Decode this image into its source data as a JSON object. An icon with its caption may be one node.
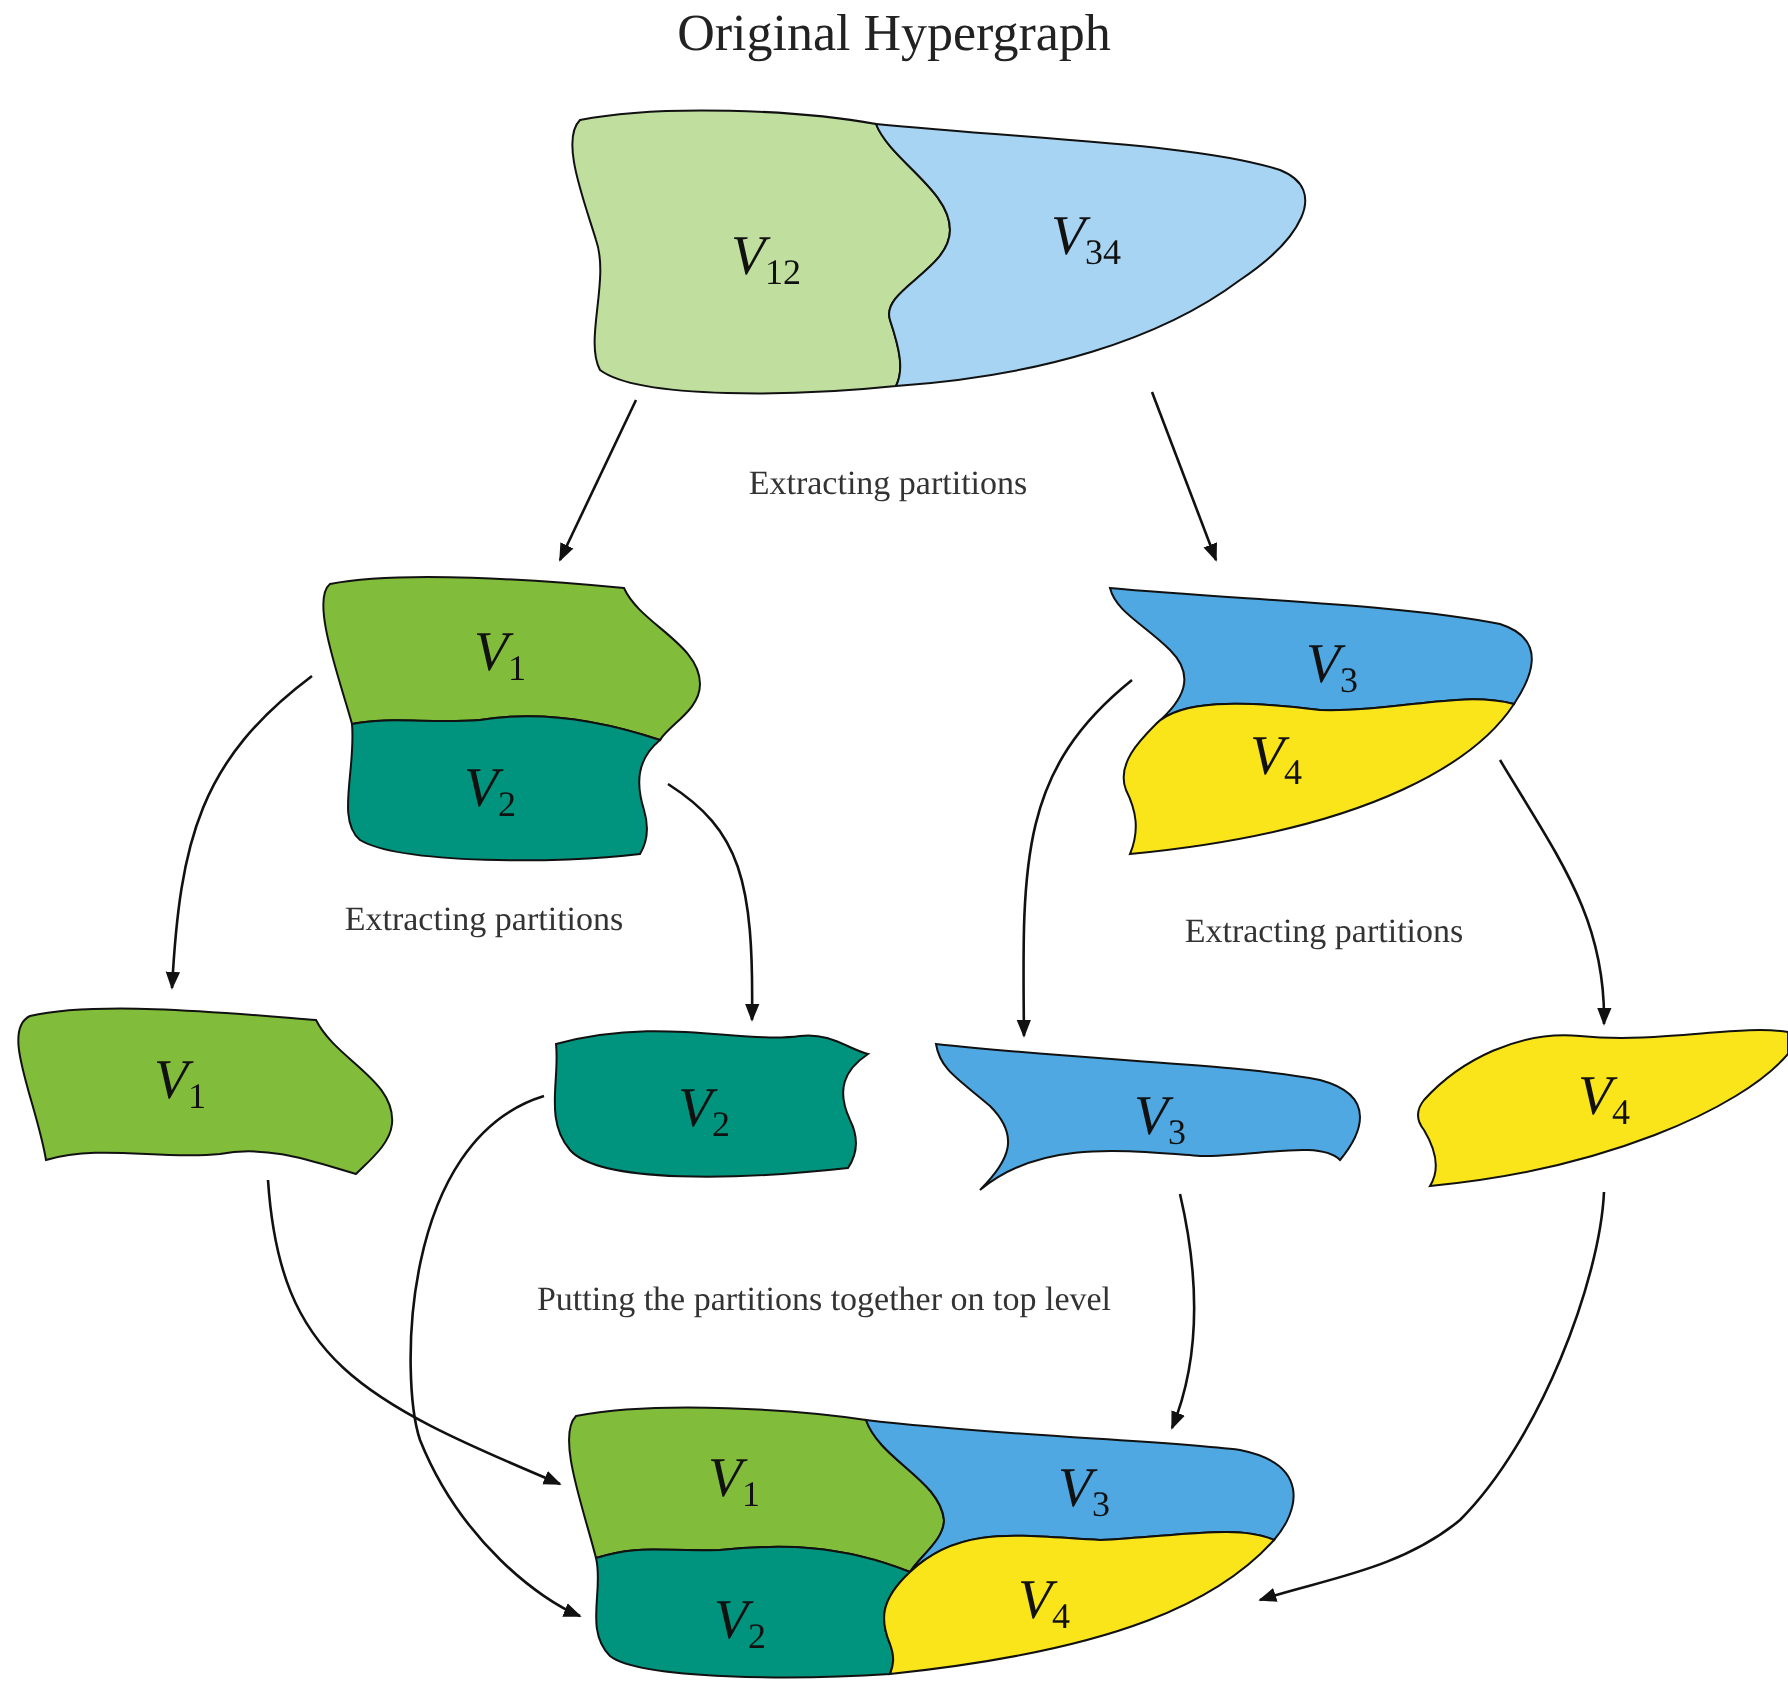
{
  "diagram": {
    "title": "Original Hypergraph",
    "nodes": [
      {
        "text": [
          "*V*$_{12}$"
        ]
      },
      {
        "text": [
          "*V*$_{34}$"
        ]
      },
      {
        "text": [
          "*V*$_{1}$"
        ]
      },
      {
        "text": [
          "*V*$_{2}$"
        ]
      },
      {
        "text": [
          "*V*$_{3}$"
        ]
      },
      {
        "text": [
          "*V*$_{4}$"
        ]
      },
      {
        "text": [
          "*V*$_{1}$"
        ]
      },
      {
        "text": [
          "*V*$_{2}$"
        ]
      },
      {
        "text": [
          "*V*$_{3}$"
        ]
      },
      {
        "text": [
          "*V*$_{4}$"
        ]
      },
      {
        "text": [
          "*V*$_{1}$"
        ]
      },
      {
        "text": [
          "*V*$_{3}$"
        ]
      },
      {
        "text": [
          "*V*$_{2}$"
        ]
      },
      {
        "text": [
          "*V*$_{4}$"
        ]
      }
    ],
    "edges": [
      {
        "from": 0,
        "to": 2,
        "arrow": "to"
      },
      {
        "from": 1,
        "to": 4,
        "arrow": "to"
      },
      {
        "from": 2,
        "to": 6,
        "arrow": "to"
      },
      {
        "from": 3,
        "to": 7,
        "arrow": "to"
      },
      {
        "from": 4,
        "to": 8,
        "arrow": "to"
      },
      {
        "from": 5,
        "to": 9,
        "arrow": "to"
      },
      {
        "from": 6,
        "to": 10,
        "arrow": "to"
      },
      {
        "from": 7,
        "to": 12,
        "arrow": "to"
      },
      {
        "from": 8,
        "to": 11,
        "arrow": "to"
      },
      {
        "from": 9,
        "to": 13,
        "arrow": "to"
      }
    ],
    "labels": [
      "Extracting partitions",
      "Extracting partitions",
      "Extracting partitions",
      "Putting the partitions together on top level"
    ]
  }
}
